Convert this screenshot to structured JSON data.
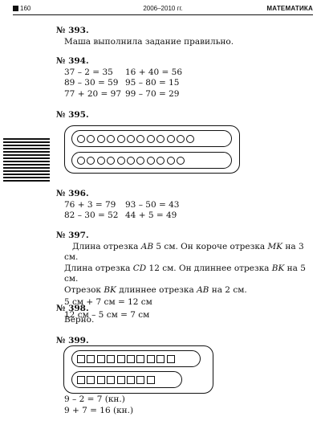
{
  "header": {
    "page_number": "160",
    "years": "2006–2010 гг.",
    "subject": "МАТЕМАТИКА"
  },
  "tasks": {
    "t393": {
      "number": "№ 393.",
      "answer": "Маша выполнила задание правильно."
    },
    "t394": {
      "number": "№ 394.",
      "rows": [
        [
          "37 – 2 = 35",
          "16 + 40 = 56"
        ],
        [
          "89 – 30 = 59",
          "95 – 80 = 15"
        ],
        [
          "77 + 20 = 97",
          "99 – 70 = 29"
        ]
      ]
    },
    "t395": {
      "number": "№ 395.",
      "row1_circles": 12,
      "row2_circles": 11
    },
    "t396": {
      "number": "№ 396.",
      "rows": [
        [
          "76 + 3 = 79",
          "93 – 50 = 43"
        ],
        [
          "82 – 30 = 52",
          "44 + 5 = 49"
        ]
      ]
    },
    "t397": {
      "number": "№ 397.",
      "l1a": "Длина отрезка ",
      "l1b": "AB",
      "l1c": " 5 см. Он короче отрезка ",
      "l1d": "MK",
      "l1e": " на 3 см.",
      "l2a": "Длина отрезка ",
      "l2b": "CD",
      "l2c": " 12 см. Он длиннее отрезка ",
      "l2d": "BK",
      "l2e": " на 5 см.",
      "l3a": "Отрезок ",
      "l3b": "BK",
      "l3c": " длиннее отрезка ",
      "l3d": "AB",
      "l3e": " на 2 см.",
      "calc1": "5 см + 7 см = 12 см",
      "calc2": "12 см – 5 см = 7 см"
    },
    "t398": {
      "number": "№ 398.",
      "answer": "Верно."
    },
    "t399": {
      "number": "№ 399.",
      "row1_squares": 10,
      "row2_squares": 8,
      "calc1": "9 – 2 = 7 (кн.)",
      "calc2": "9 + 7 = 16 (кн.)"
    }
  }
}
